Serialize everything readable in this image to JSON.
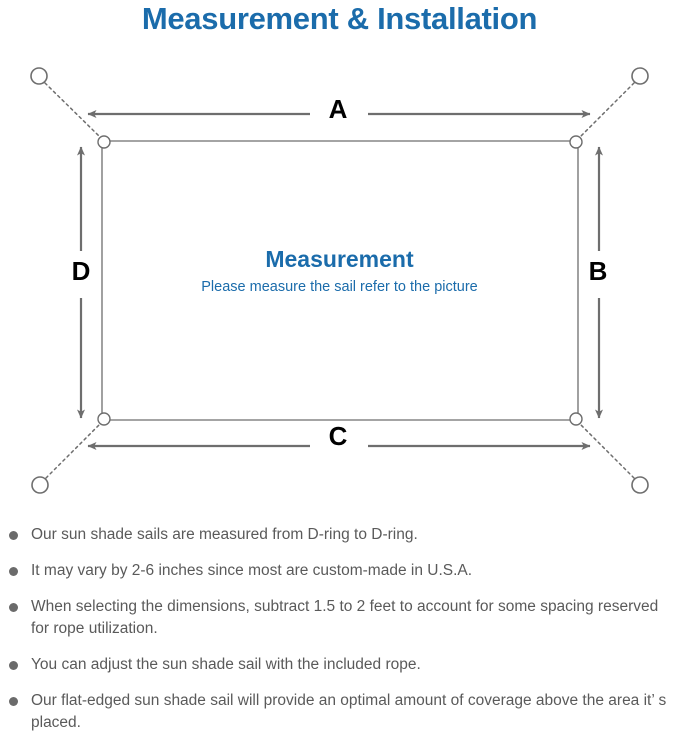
{
  "page": {
    "title": "Measurement & Installation",
    "title_color": "#1b6cab"
  },
  "diagram": {
    "name": "shade-sail-measurement-diagram",
    "sail_label": "Measurement",
    "sail_sublabel": "Please measure the sail refer to the picture",
    "sail_label_color": "#1b6cab",
    "dimension_labels": {
      "top": "A",
      "right": "B",
      "bottom": "C",
      "left": "D"
    },
    "stroke_color": "#6e6e6e",
    "sail_outline_color": "#6e6e6e",
    "anchor_count": 4,
    "dring_count": 4
  },
  "notes": {
    "bullet_color": "#6b6b6b",
    "items": [
      "Our sun shade sails are measured from D-ring to D-ring.",
      "It may vary by 2-6 inches since most are custom-made in U.S.A.",
      "When selecting the dimensions, subtract 1.5 to 2 feet to account for some spacing reserved for rope utilization.",
      "You can adjust the sun shade sail with the included rope.",
      "Our flat-edged sun shade sail will provide an optimal amount of coverage above the area it’ s placed."
    ]
  }
}
